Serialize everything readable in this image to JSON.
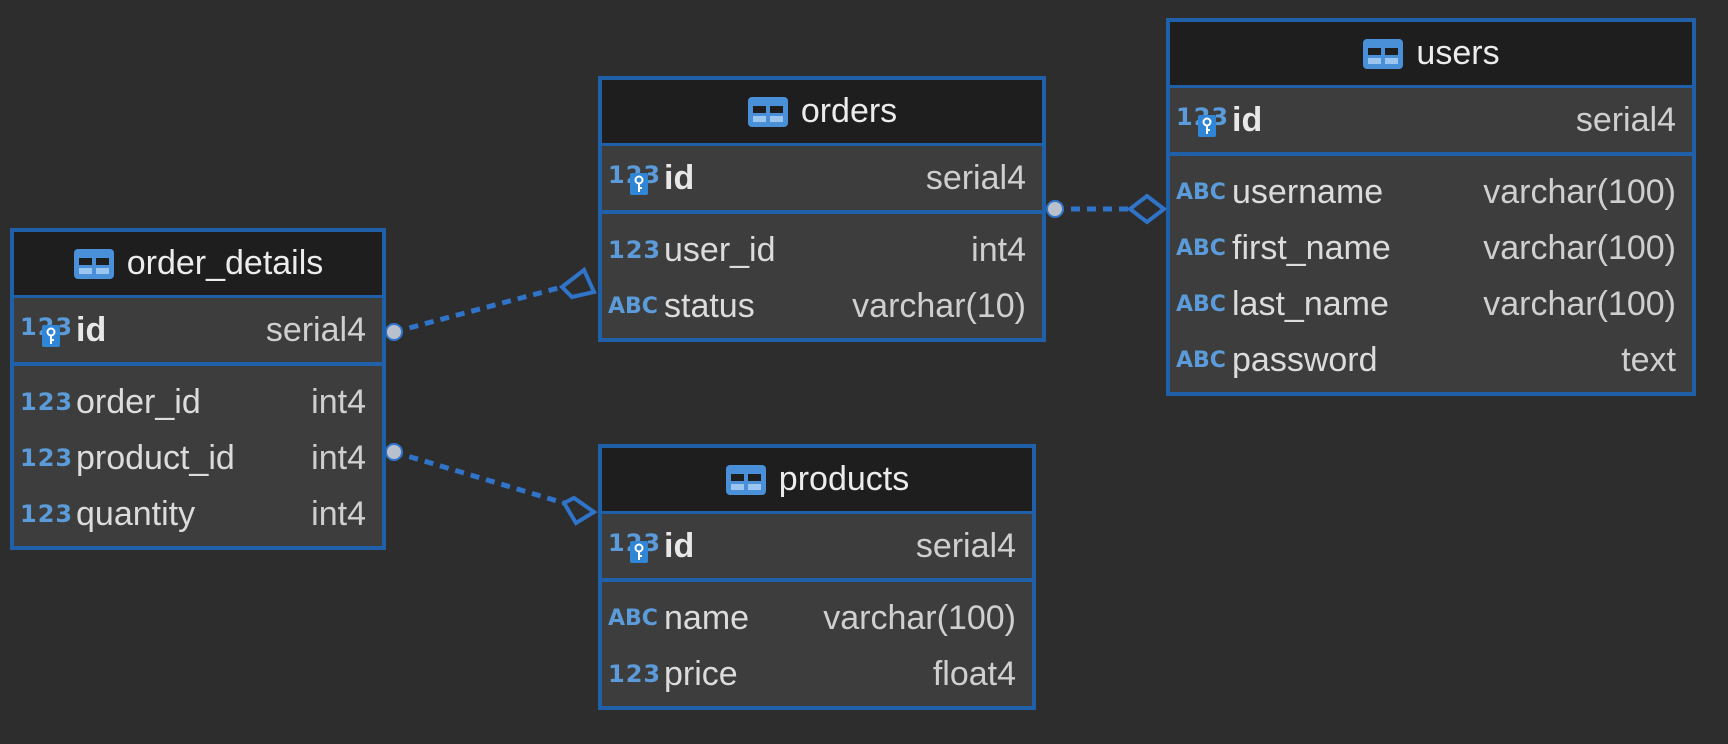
{
  "entities": {
    "orders": {
      "title": "orders",
      "pk": {
        "name": "id",
        "type": "serial4",
        "icon": "primary-key-icon"
      },
      "columns": [
        {
          "name": "user_id",
          "type": "int4",
          "icon": "numeric-icon"
        },
        {
          "name": "status",
          "type": "varchar(10)",
          "icon": "text-icon"
        }
      ]
    },
    "users": {
      "title": "users",
      "pk": {
        "name": "id",
        "type": "serial4",
        "icon": "primary-key-icon"
      },
      "columns": [
        {
          "name": "username",
          "type": "varchar(100)",
          "icon": "text-icon"
        },
        {
          "name": "first_name",
          "type": "varchar(100)",
          "icon": "text-icon"
        },
        {
          "name": "last_name",
          "type": "varchar(100)",
          "icon": "text-icon"
        },
        {
          "name": "password",
          "type": "text",
          "icon": "text-icon"
        }
      ]
    },
    "order_details": {
      "title": "order_details",
      "pk": {
        "name": "id",
        "type": "serial4",
        "icon": "primary-key-icon"
      },
      "columns": [
        {
          "name": "order_id",
          "type": "int4",
          "icon": "numeric-icon"
        },
        {
          "name": "product_id",
          "type": "int4",
          "icon": "numeric-icon"
        },
        {
          "name": "quantity",
          "type": "int4",
          "icon": "numeric-icon"
        }
      ]
    },
    "products": {
      "title": "products",
      "pk": {
        "name": "id",
        "type": "serial4",
        "icon": "primary-key-icon"
      },
      "columns": [
        {
          "name": "name",
          "type": "varchar(100)",
          "icon": "text-icon"
        },
        {
          "name": "price",
          "type": "float4",
          "icon": "numeric-icon"
        }
      ]
    }
  },
  "relationships": [
    {
      "from": "orders",
      "to": "users",
      "label": "orders-to-users"
    },
    {
      "from": "order_details",
      "to": "orders",
      "label": "order-details-to-orders"
    },
    {
      "from": "order_details",
      "to": "products",
      "label": "order-details-to-products"
    }
  ],
  "glyphs": {
    "numeric": "123",
    "text": "ABC"
  },
  "colors": {
    "background": "#2d2d2d",
    "border": "#1f60a8",
    "header": "#1e1e1e",
    "body": "#3d3d3d",
    "icon": "#5b9bd9",
    "link": "#2f74c8"
  }
}
